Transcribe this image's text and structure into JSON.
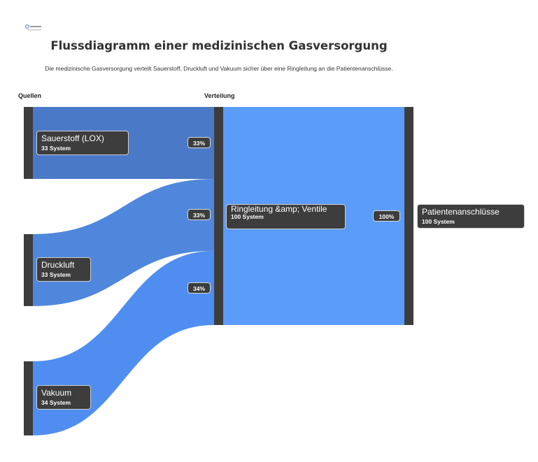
{
  "header": {
    "title": "Flussdiagramm einer medizinischen Gasversorgung",
    "subtitle": "Die medizinische Gasversorgung verteilt Sauerstoff, Druckluft und Vakuum sicher über eine Ringleitung an die Patientenanschlüsse."
  },
  "columns": {
    "sources": "Quellen",
    "distribution": "Verteilung"
  },
  "colors": {
    "node_bar": "#3d3d3d",
    "flow_oxygen": "#4a79c8",
    "flow_air": "#4f87dc",
    "flow_vacuum": "#4f8ef0",
    "flow_ring": "#5b9bf9"
  },
  "chart_data": {
    "type": "sankey",
    "unit": "System",
    "nodes": [
      {
        "id": "sauerstoff",
        "name": "Sauerstoff (LOX)",
        "value": 33,
        "value_label": "33 System"
      },
      {
        "id": "druckluft",
        "name": "Druckluft",
        "value": 33,
        "value_label": "33 System"
      },
      {
        "id": "vakuum",
        "name": "Vakuum",
        "value": 34,
        "value_label": "34 System"
      },
      {
        "id": "ringleitung",
        "name": "Ringleitung &amp; Ventile",
        "value": 100,
        "value_label": "100 System"
      },
      {
        "id": "patienten",
        "name": "Patientenanschlüsse",
        "value": 100,
        "value_label": "100 System"
      }
    ],
    "links": [
      {
        "source": "sauerstoff",
        "target": "ringleitung",
        "value": 33,
        "percent": "33%"
      },
      {
        "source": "druckluft",
        "target": "ringleitung",
        "value": 33,
        "percent": "33%"
      },
      {
        "source": "vakuum",
        "target": "ringleitung",
        "value": 34,
        "percent": "34%"
      },
      {
        "source": "ringleitung",
        "target": "patienten",
        "value": 100,
        "percent": "100%"
      }
    ]
  }
}
